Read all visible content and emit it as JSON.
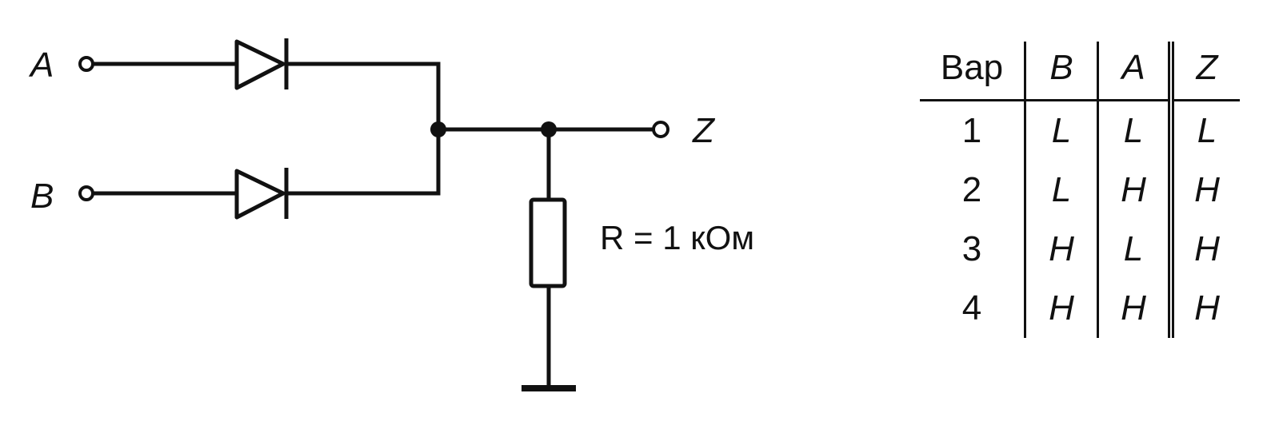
{
  "circuit": {
    "input_a": "A",
    "input_b": "B",
    "output_z": "Z",
    "resistor_label": "R = 1 кОм"
  },
  "truth_table": {
    "headers": [
      "Вар",
      "B",
      "A",
      "Z"
    ],
    "rows": [
      [
        "1",
        "L",
        "L",
        "L"
      ],
      [
        "2",
        "L",
        "H",
        "H"
      ],
      [
        "3",
        "H",
        "L",
        "H"
      ],
      [
        "4",
        "H",
        "H",
        "H"
      ]
    ]
  }
}
